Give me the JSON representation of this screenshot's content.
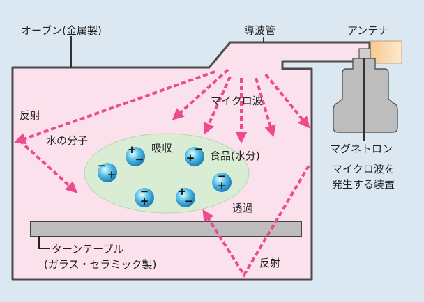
{
  "labels": {
    "oven": "オーブン(金属製)",
    "waveguide": "導波管",
    "antenna": "アンテナ",
    "reflection_left": "反射",
    "microwave": "マイクロ波",
    "water_molecule": "水の分子",
    "absorption": "吸収",
    "food": "食品(水分)",
    "magnetron": "マグネトロン",
    "generator_line1": "マイクロ波を",
    "generator_line2": "発生する装置",
    "transmission": "透過",
    "turntable_line1": "ターンテーブル",
    "turntable_line2": "(ガラス・セラミック製)",
    "reflection_bottom": "反射"
  },
  "molecule_signs": [
    "+",
    "−"
  ],
  "colors": {
    "background": "#dbe8f2",
    "oven_fill": "#fbe1ec",
    "food_fill": "#d9edd5",
    "arrow": "#ee4a8f",
    "magnetron": "#bdbdbd",
    "antenna_glow": "#fcdcb0"
  }
}
